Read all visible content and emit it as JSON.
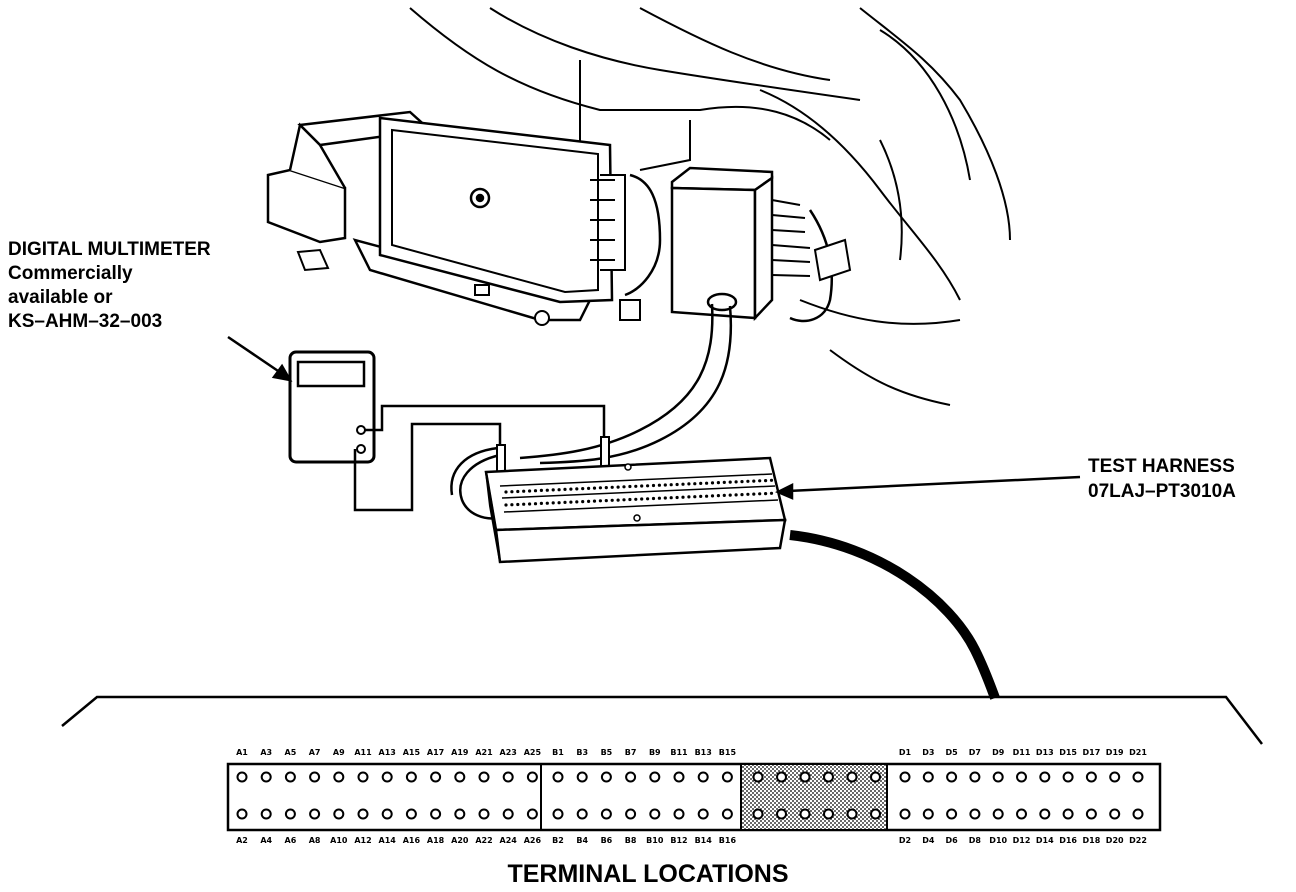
{
  "labels": {
    "multimeter": [
      "DIGITAL MULTIMETER",
      "Commercially",
      "available or",
      "KS–AHM–32–003"
    ],
    "harness": [
      "TEST HARNESS",
      "07LAJ–PT3010A"
    ],
    "title": "TERMINAL LOCATIONS"
  },
  "connector": {
    "A_top": [
      "A1",
      "A3",
      "A5",
      "A7",
      "A9",
      "A11",
      "A13",
      "A15",
      "A17",
      "A19",
      "A21",
      "A23",
      "A25"
    ],
    "A_bottom": [
      "A2",
      "A4",
      "A6",
      "A8",
      "A10",
      "A12",
      "A14",
      "A16",
      "A18",
      "A20",
      "A22",
      "A24",
      "A26"
    ],
    "B_top": [
      "B1",
      "B3",
      "B5",
      "B7",
      "B9",
      "B11",
      "B13",
      "B15"
    ],
    "B_bottom": [
      "B2",
      "B4",
      "B6",
      "B8",
      "B10",
      "B12",
      "B14",
      "B16"
    ],
    "D_top": [
      "D1",
      "D3",
      "D5",
      "D7",
      "D9",
      "D11",
      "D13",
      "D15",
      "D17",
      "D19",
      "D21"
    ],
    "D_bottom": [
      "D2",
      "D4",
      "D6",
      "D8",
      "D10",
      "D12",
      "D14",
      "D16",
      "D18",
      "D20",
      "D22"
    ]
  }
}
